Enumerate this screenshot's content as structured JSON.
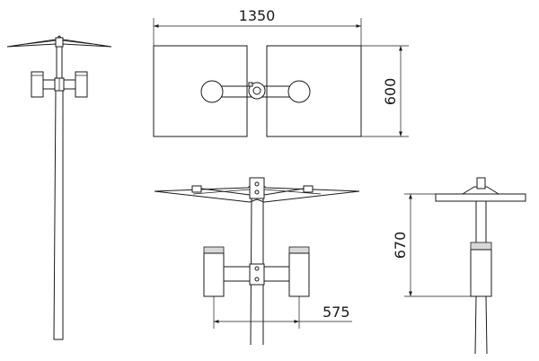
{
  "dimensions": {
    "top_width": "1350",
    "top_height": "600",
    "front_spacing": "575",
    "side_height": "670"
  },
  "colors": {
    "line": "#1a1a1a",
    "background": "#ffffff"
  }
}
